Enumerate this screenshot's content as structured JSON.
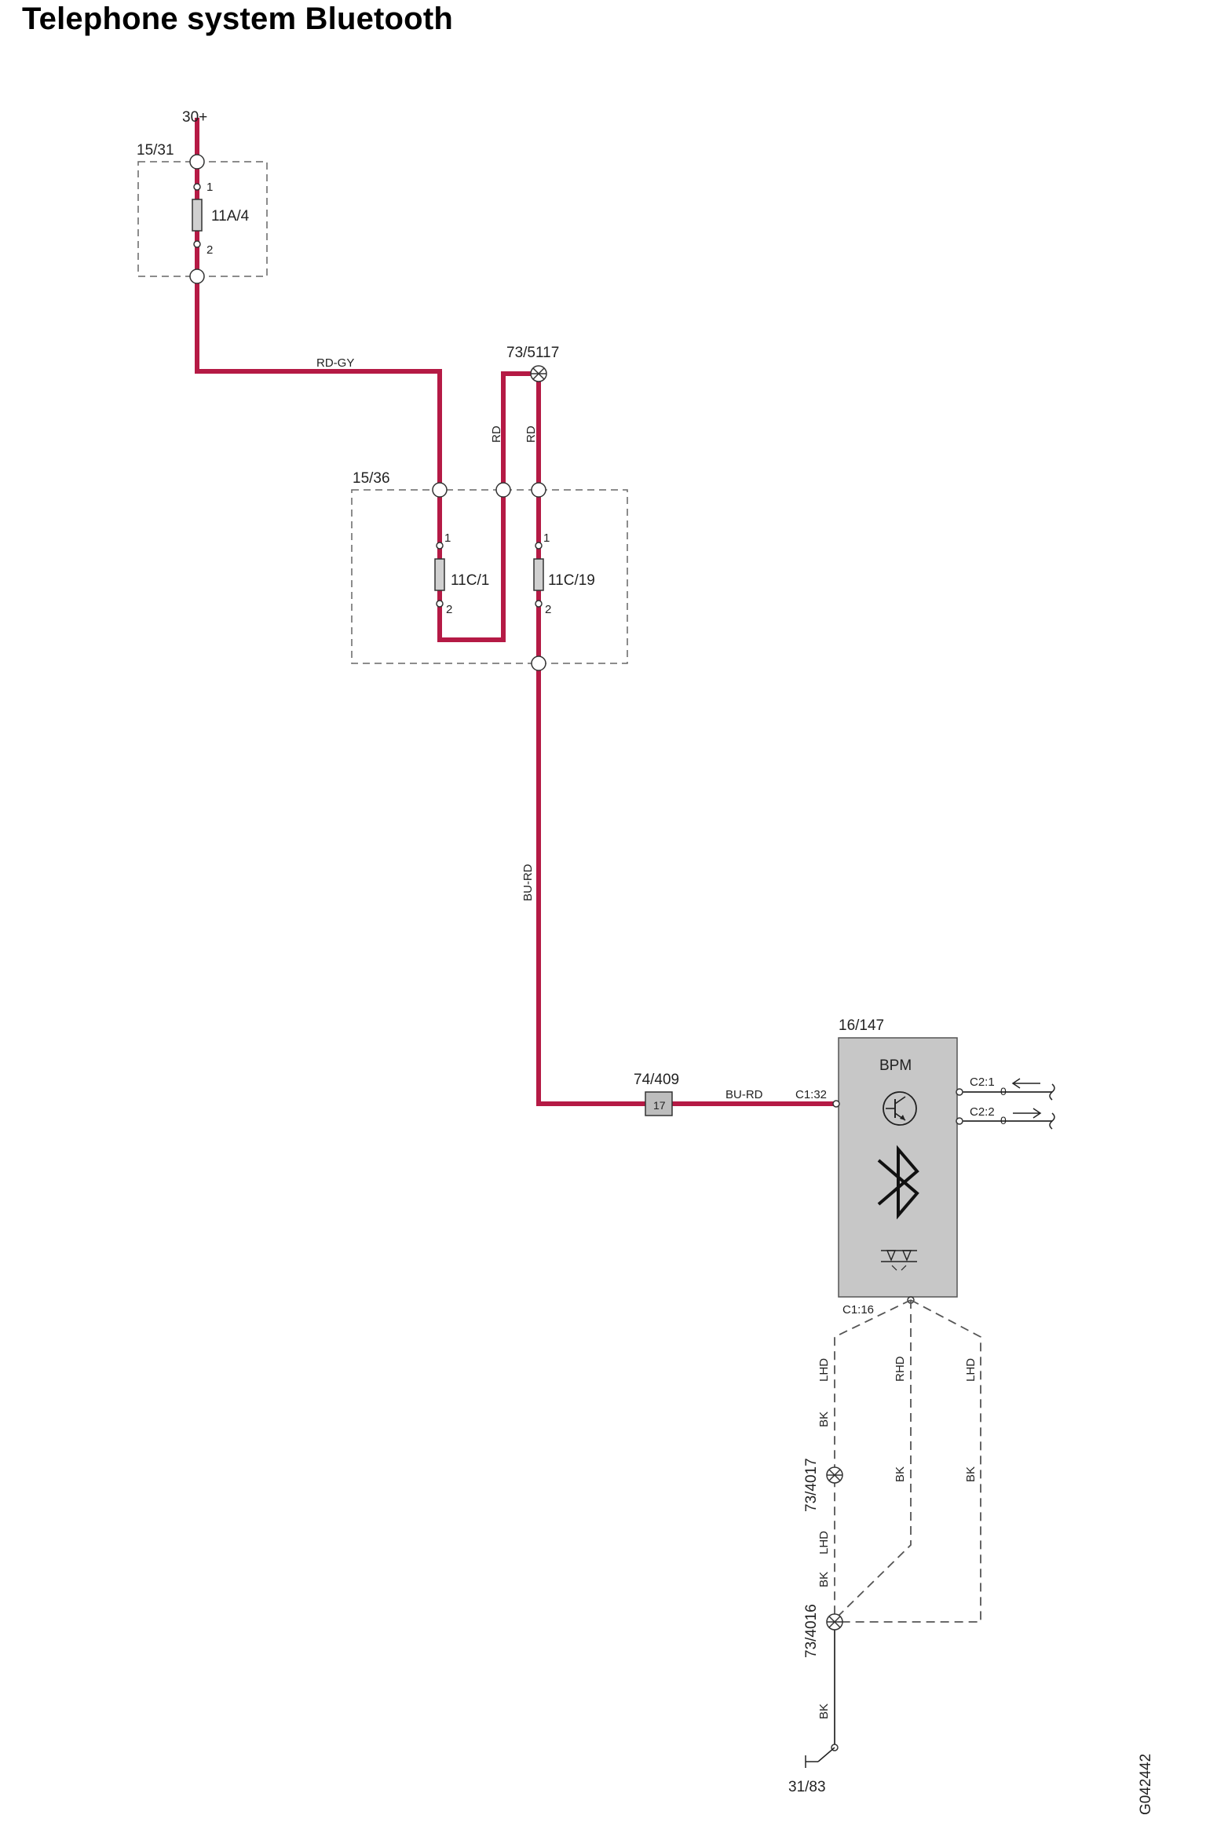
{
  "title": "Telephone system Bluetooth",
  "supply": {
    "label": "30+"
  },
  "fuse_box_1": {
    "label": "15/31",
    "fuse": "11A/4",
    "pin_in": "1",
    "pin_out": "2"
  },
  "fuse_box_2": {
    "label": "15/36",
    "fuse_a": "11C/1",
    "fuse_b": "11C/19",
    "pin_in": "1",
    "pin_out": "2"
  },
  "splice_top": {
    "label": "73/5117"
  },
  "wires": {
    "rd_gy": "RD-GY",
    "rd": "RD",
    "bu_rd": "BU-RD",
    "bk": "BK",
    "lhd": "LHD",
    "rhd": "RHD"
  },
  "connector": {
    "label": "74/409",
    "pin": "17"
  },
  "module": {
    "ref": "16/147",
    "name": "BPM",
    "pin_power": "C1:32",
    "pin_ground": "C1:16",
    "pin_c2_1": "C2:1",
    "pin_c2_2": "C2:2",
    "pin_zero": "0",
    "icons": [
      "antenna-transistor-icon",
      "bluetooth-icon",
      "diode-pair-icon"
    ],
    "fill": "#c7c7c7"
  },
  "ground_splices": {
    "upper": "73/4017",
    "lower": "73/4016"
  },
  "ground": {
    "label": "31/83"
  },
  "drawing_id": "G042442",
  "colors": {
    "wire_red": "#b51a45",
    "wire_black": "#444444",
    "module_fill": "#c7c7c7"
  }
}
